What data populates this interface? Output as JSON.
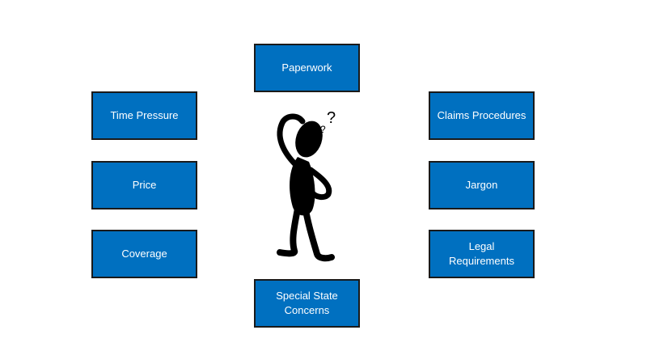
{
  "boxes": {
    "paperwork": "Paperwork",
    "time_pressure": "Time Pressure",
    "price": "Price",
    "coverage": "Coverage",
    "claims_procedures": "Claims Procedures",
    "jargon": "Jargon",
    "legal_requirements": "Legal\nRequirements",
    "special_state_concerns": "Special State\nConcerns"
  },
  "figure": {
    "icon": "confused-person-icon",
    "question_marks": "? ?"
  },
  "colors": {
    "box_fill": "#0070c0",
    "box_border": "#1a1a1a",
    "box_text": "#ffffff",
    "figure": "#000000"
  }
}
